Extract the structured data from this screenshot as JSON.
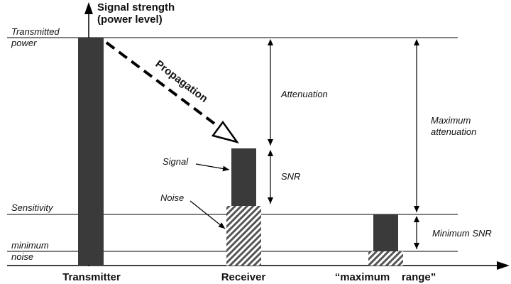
{
  "axis": {
    "y_title_line1": "Signal strength",
    "y_title_line2": "(power level)"
  },
  "levels": {
    "transmitted_line1": "Transmitted",
    "transmitted_line2": "power",
    "sensitivity": "Sensitivity",
    "noise_line1": "minimum",
    "noise_line2": "noise"
  },
  "categories": {
    "transmitter": "Transmitter",
    "receiver": "Receiver",
    "maximum_range": "“maximum    range”"
  },
  "annotations": {
    "propagation": "Propagation",
    "attenuation": "Attenuation",
    "max_attenuation_line1": "Maximum",
    "max_attenuation_line2": "attenuation",
    "signal": "Signal",
    "noise": "Noise",
    "snr": "SNR",
    "minimum_snr": "Minimum SNR"
  },
  "colors": {
    "bar": "#3a3a3a",
    "hatch": "#555555",
    "line": "#000000"
  }
}
